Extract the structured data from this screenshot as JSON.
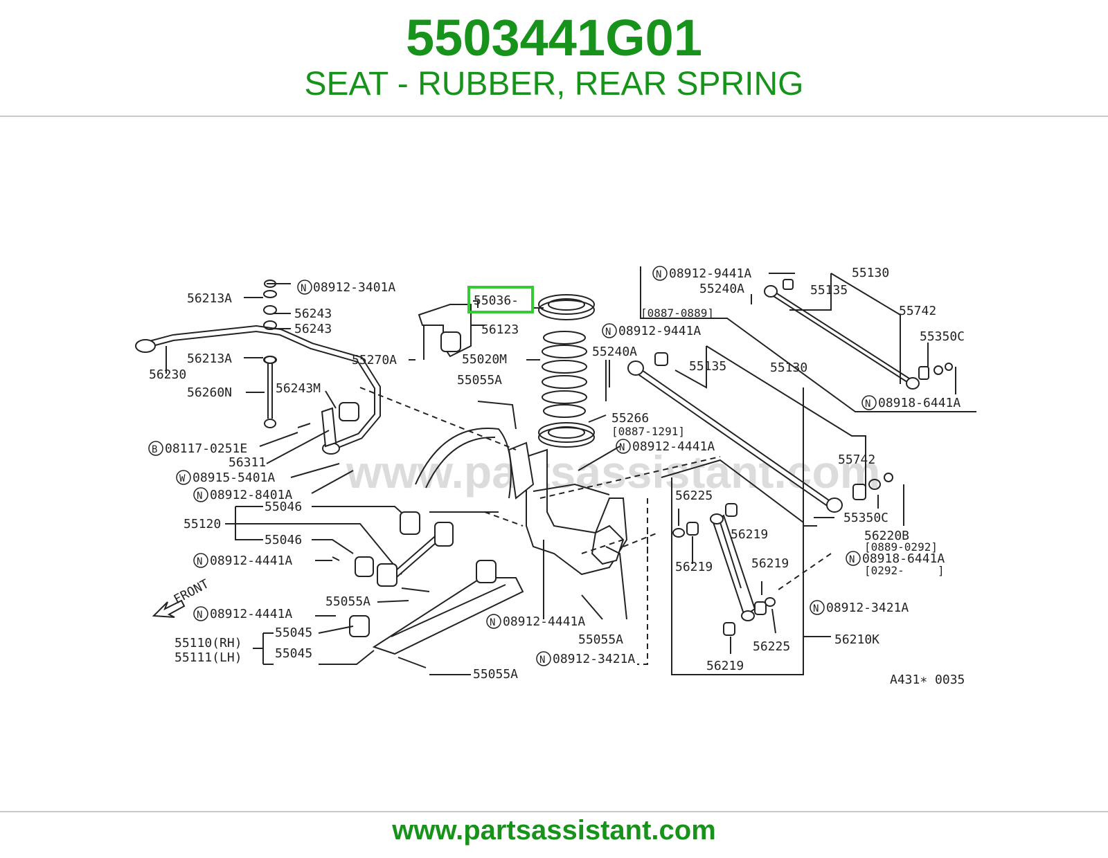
{
  "header": {
    "part_number": "5503441G01",
    "part_name": "SEAT - RUBBER, REAR SPRING"
  },
  "footer": {
    "url": "www.partsassistant.com"
  },
  "colors": {
    "brand_green": "#17931c",
    "highlight_green": "#33cc33",
    "rule_gray": "#c8c8c8",
    "line": "#222222"
  },
  "diagram": {
    "watermark": "www.partsassistant.com",
    "highlighted": "55036",
    "front_label": "FRONT",
    "ref_code": "A431∗ 0035",
    "labels": {
      "p08912_3401A": "08912-3401A",
      "p56213A_top": "56213A",
      "p56243_a": "56243",
      "p56243_b": "56243",
      "p56213A_mid": "56213A",
      "p56230": "56230",
      "p56260N": "56260N",
      "p56243M": "56243M",
      "p08117_0251E": "08117-0251E",
      "p56311": "56311",
      "p08915_5401A": "08915-5401A",
      "p08912_8401A": "08912-8401A",
      "p55046_a": "55046",
      "p55120": "55120",
      "p55046_b": "55046",
      "p08912_4441A_left": "08912-4441A",
      "p55055A_left": "55055A",
      "p08912_4441A_lower": "08912-4441A",
      "p55045_a": "55045",
      "p55110": "55110(RH)",
      "p55111": "55111(LH)",
      "p55045_b": "55045",
      "p55055A_bottom": "55055A",
      "p55036": "55036-",
      "p56123": "56123",
      "p55270A": "55270A",
      "p55020M": "55020M",
      "p55055A_top": "55055A",
      "p55266": "55266",
      "p55266_range": "[0887-1291]",
      "p08912_4441A_center": "08912-4441A",
      "p08912_4441A_bottom": "08912-4441A",
      "p55055A_center": "55055A",
      "p08912_3421A_bottom": "08912-3421A",
      "p08912_9441A_top": "08912-9441A",
      "p55240A_top": "55240A",
      "p0887_0889": "[0887-0889]",
      "p55130_top": "55130",
      "p55135_top": "55135",
      "p55742_top": "55742",
      "p55350C_top": "55350C",
      "p08918_6441A_top": "08918-6441A",
      "p08912_9441A_mid": "08912-9441A",
      "p55240A_mid": "55240A",
      "p55135_mid": "55135",
      "p55130_mid": "55130",
      "p55742_mid": "55742",
      "p55350C_mid": "55350C",
      "p56220B": "56220B",
      "p0889_0292": "[0889-0292]",
      "p08918_6441A_mid": "08918-6441A",
      "p0292_open": "[0292-     ]",
      "p56225_top": "56225",
      "p56219_a": "56219",
      "p56219_b": "56219",
      "p56219_c": "56219",
      "p08912_3421A_right": "08912-3421A",
      "p56225_bottom": "56225",
      "p56210K": "56210K",
      "p56219_d": "56219"
    },
    "circle_prefixes": {
      "n": "N",
      "b": "B",
      "w": "W"
    }
  }
}
